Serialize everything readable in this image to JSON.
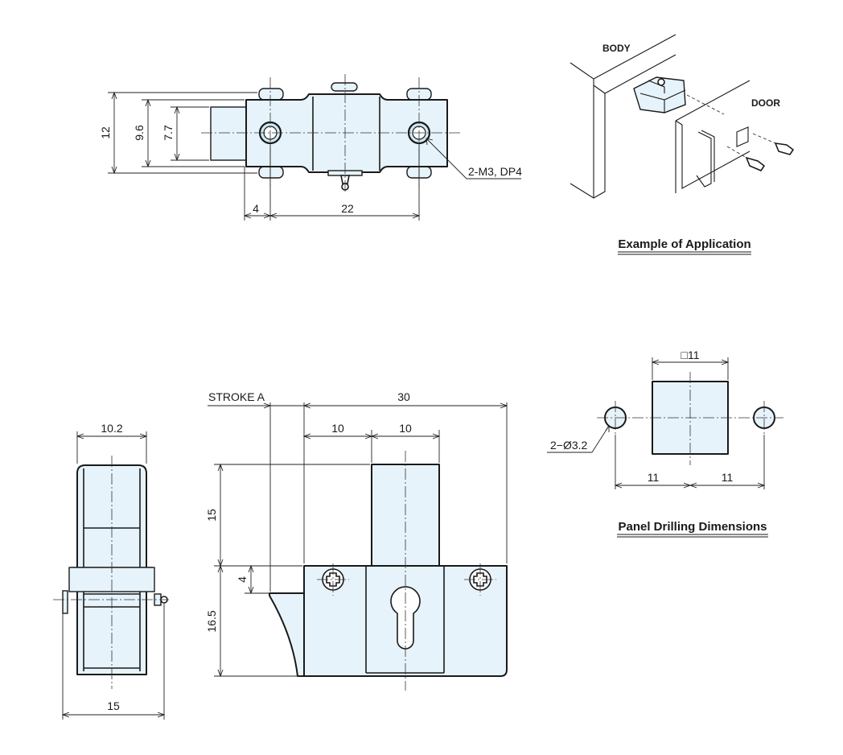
{
  "top_view": {
    "dims": {
      "height_12": "12",
      "height_9_6": "9.6",
      "height_7_7": "7.7",
      "offset_4": "4",
      "pitch_22": "22",
      "holes_note": "2-M3, DP4"
    }
  },
  "application": {
    "body_label": "BODY",
    "door_label": "DOOR",
    "caption": "Example of Application"
  },
  "side_view": {
    "width_10_2": "10.2",
    "width_15": "15"
  },
  "front_view": {
    "stroke_label": "STROKE A",
    "width_30": "30",
    "width_10_left": "10",
    "width_10_right": "10",
    "height_15": "15",
    "height_4": "4",
    "height_16_5": "16.5"
  },
  "panel_drilling": {
    "square_11": "□11",
    "holes_note": "2−Ø3.2",
    "spacing_left": "11",
    "spacing_right": "11",
    "caption": "Panel Drilling Dimensions"
  },
  "colors": {
    "part_fill": "#e6f3fa",
    "line": "#1a1a1a"
  }
}
